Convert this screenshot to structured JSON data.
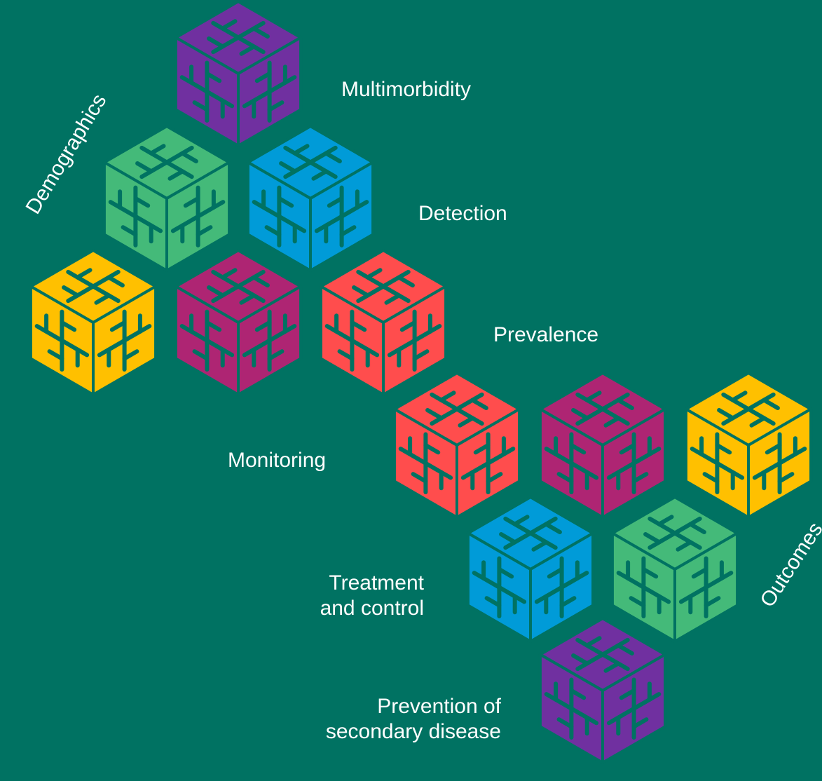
{
  "colors": {
    "background": "#007262",
    "purple": "#7030A0",
    "green": "#44BA79",
    "blue": "#009BD8",
    "yellow": "#FFC000",
    "magenta": "#AE2573",
    "red": "#FF4D4D",
    "text": "#FFFFFF"
  },
  "labels": {
    "multimorbidity": "Multimorbidity",
    "detection": "Detection",
    "prevalence": "Prevalence",
    "monitoring": "Monitoring",
    "treatment_line1": "Treatment",
    "treatment_line2": "and control",
    "prevention_line1": "Prevention of",
    "prevention_line2": "secondary disease",
    "demographics": "Demographics",
    "outcomes": "Outcomes"
  },
  "cubes": [
    {
      "name": "cube-purple-top",
      "color": "purple"
    },
    {
      "name": "cube-green-upper",
      "color": "green"
    },
    {
      "name": "cube-blue-upper",
      "color": "blue"
    },
    {
      "name": "cube-yellow-left",
      "color": "yellow"
    },
    {
      "name": "cube-magenta-left",
      "color": "magenta"
    },
    {
      "name": "cube-red-upper",
      "color": "red"
    },
    {
      "name": "cube-red-lower",
      "color": "red"
    },
    {
      "name": "cube-magenta-right",
      "color": "magenta"
    },
    {
      "name": "cube-yellow-right",
      "color": "yellow"
    },
    {
      "name": "cube-blue-lower",
      "color": "blue"
    },
    {
      "name": "cube-green-lower",
      "color": "green"
    },
    {
      "name": "cube-purple-bottom",
      "color": "purple"
    }
  ]
}
